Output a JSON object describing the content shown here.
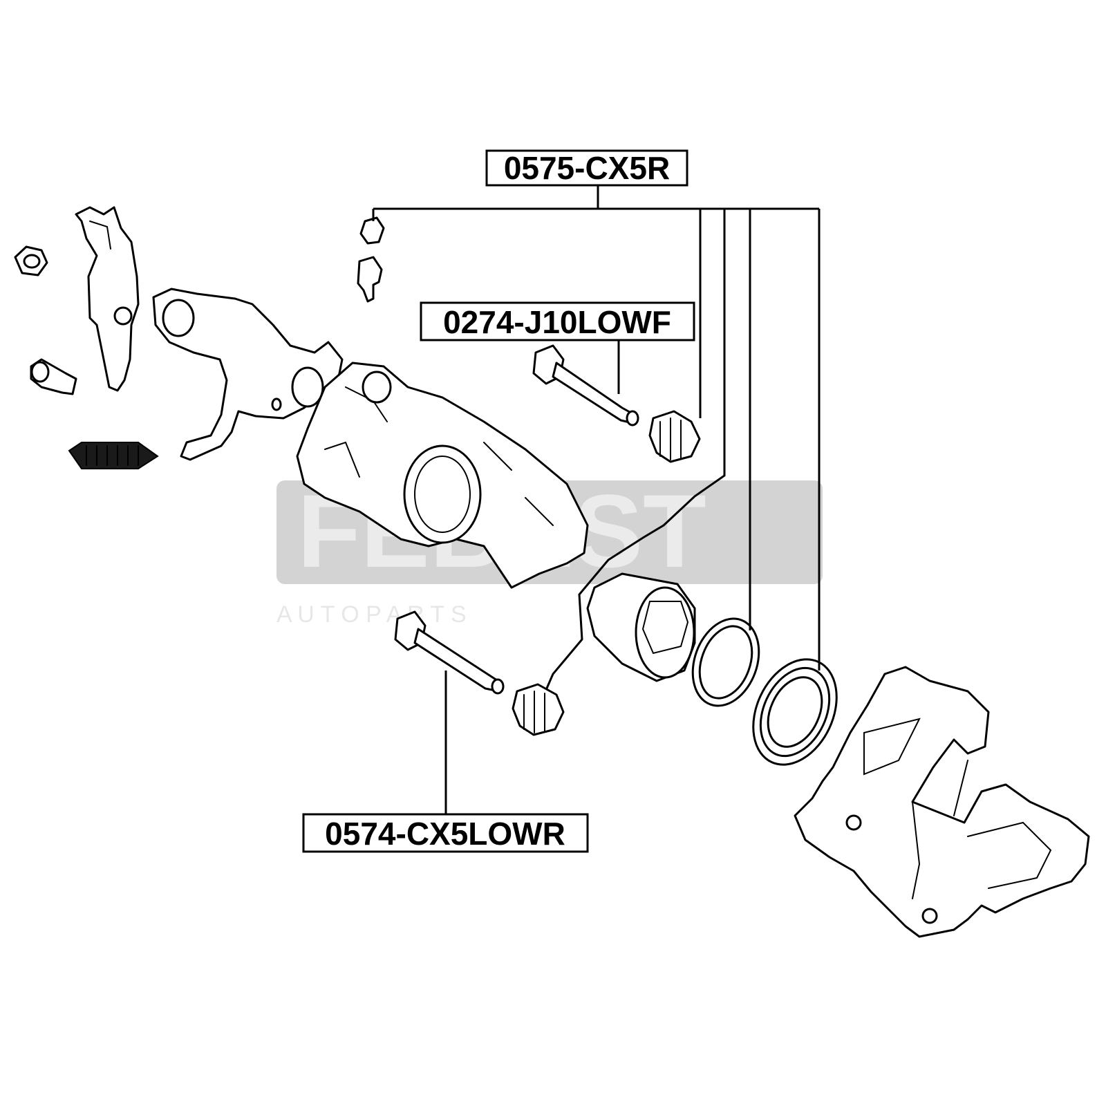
{
  "labels": {
    "top": "0575-CX5R",
    "middle": "0274-J10LOWF",
    "bottom": "0574-CX5LOWR"
  },
  "watermark": {
    "brand": "FEBEST",
    "sub": "A U T O   P A R T S"
  },
  "colors": {
    "line": "#000000",
    "background": "#ffffff",
    "watermark": "#bdbdbd"
  }
}
